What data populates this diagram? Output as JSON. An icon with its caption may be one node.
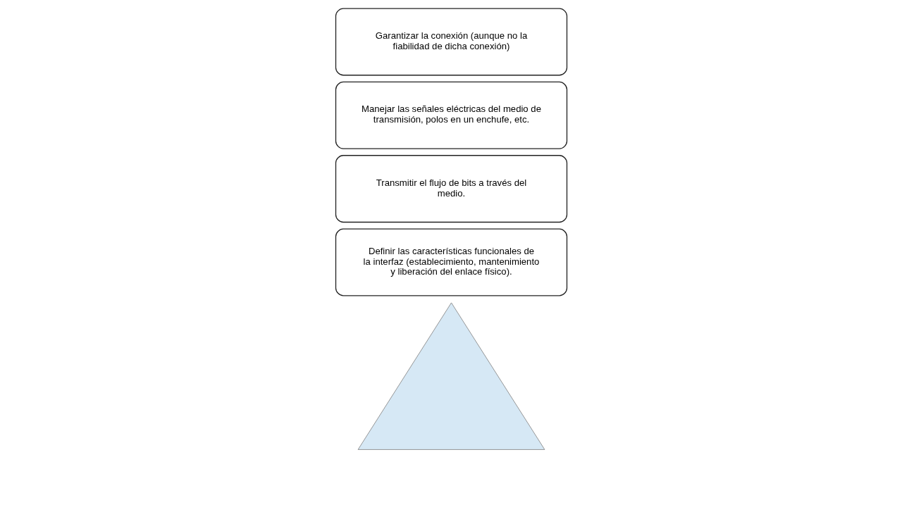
{
  "diagram": {
    "nodes": [
      {
        "text": [],
        "shape": "picture"
      },
      {
        "text": [
          "Definir las características funcionales de la interfaz (establecimiento, mantenimiento y liberación del enlace físico)."
        ]
      },
      {
        "text": [
          "Transmitir el flujo de bits a través del medio."
        ]
      },
      {
        "text": [
          "Manejar las señales eléctricas del medio de transmisión, polos en un enchufe, etc."
        ]
      },
      {
        "text": [
          "Garantizar la conexión (aunque no la fiabilidad de dicha conexión)"
        ]
      }
    ]
  }
}
